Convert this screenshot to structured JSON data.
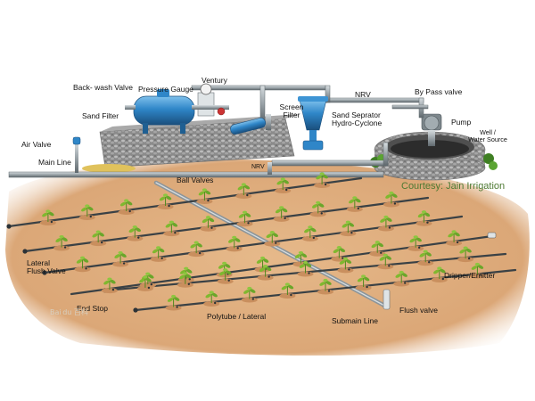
{
  "labels": {
    "backwash_valve": "Back- wash Valve",
    "pressure_gauge": "Pressure Gauge",
    "venturi": "Ventury",
    "sand_filter": "Sand Filter",
    "screen_filter_1": "Screen",
    "screen_filter_2": "Filter",
    "nrv_top": "NRV",
    "bypass_valve": "By Pass valve",
    "sand_separator_1": "Sand Seprator",
    "sand_separator_2": "Hydro-Cyclone",
    "pump": "Pump",
    "well_1": "Well /",
    "well_2": "Water Source",
    "air_valve": "Air Valve",
    "main_line": "Main Line",
    "nrv_mid": "NRV",
    "ball_valves": "Ball Valves",
    "lateral_flush_1": "Lateral",
    "lateral_flush_2": "Flush Valve",
    "dripper": "Dripper/Emitter",
    "end_stop": "End Stop",
    "flush_valve": "Flush valve",
    "polytube": "Polytube / Lateral",
    "submain": "Submain Line"
  },
  "courtesy": "Courtesy: Jain Irrigation",
  "watermark": "Bai du 百科",
  "colors": {
    "soil": "#dba777",
    "soil_dark": "#c98f5e",
    "pipe": "#9aa3a8",
    "pipe_dark": "#4d565b",
    "tank_blue": "#2f86c8",
    "plant": "#7fb82f",
    "plant_dark": "#4e8a1c",
    "stone": "#8d8d8d",
    "courtesy": "#4e7a33"
  }
}
